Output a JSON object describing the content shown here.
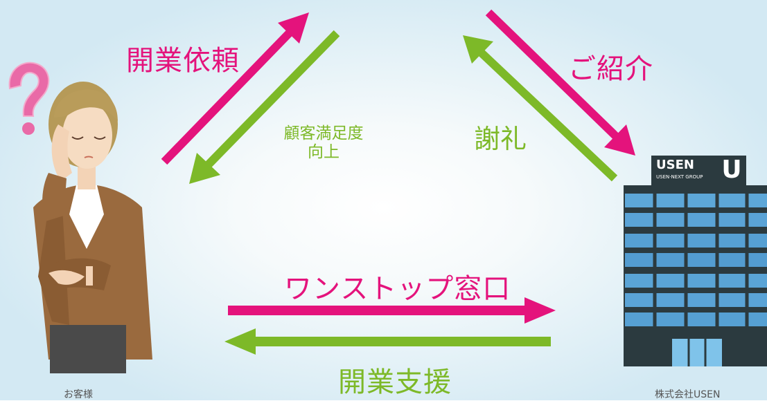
{
  "labels": {
    "kaigyo_irai": "開業依頼",
    "goshokai": "ご紹介",
    "kokyaku_manzoku_line1": "顧客満足度",
    "kokyaku_manzoku_line2": "向上",
    "sharei": "謝礼",
    "one_stop": "ワンストップ窓口",
    "kaigyo_shien": "開業支援",
    "customer_caption": "お客様",
    "company_caption": "株式会社USEN"
  },
  "logo": {
    "brand": "USEN",
    "group": "USEN·NEXT GROUP",
    "mark": "U"
  },
  "icons": [
    "question-mark-icon",
    "woman-thinking-icon",
    "office-building-icon"
  ],
  "colors": {
    "pink_arrow": "#e4137c",
    "green_arrow": "#7db928",
    "pink_text": "#e4137c",
    "green_text": "#7db928"
  }
}
